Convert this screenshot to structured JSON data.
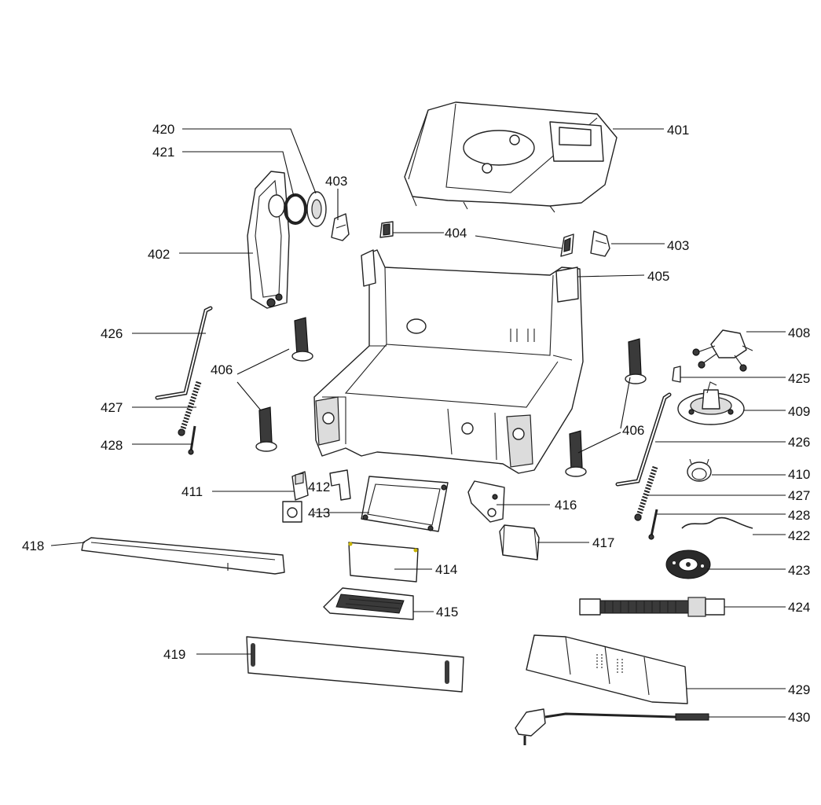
{
  "diagram": {
    "type": "exploded-parts-view",
    "callouts": [
      {
        "id": "401",
        "label": "401"
      },
      {
        "id": "402",
        "label": "402"
      },
      {
        "id": "403a",
        "label": "403"
      },
      {
        "id": "403b",
        "label": "403"
      },
      {
        "id": "404",
        "label": "404"
      },
      {
        "id": "405",
        "label": "405"
      },
      {
        "id": "406a",
        "label": "406"
      },
      {
        "id": "406b",
        "label": "406"
      },
      {
        "id": "408",
        "label": "408"
      },
      {
        "id": "409",
        "label": "409"
      },
      {
        "id": "410",
        "label": "410"
      },
      {
        "id": "411",
        "label": "411"
      },
      {
        "id": "412",
        "label": "412"
      },
      {
        "id": "413",
        "label": "413"
      },
      {
        "id": "414",
        "label": "414"
      },
      {
        "id": "415",
        "label": "415"
      },
      {
        "id": "416",
        "label": "416"
      },
      {
        "id": "417",
        "label": "417"
      },
      {
        "id": "418",
        "label": "418"
      },
      {
        "id": "419",
        "label": "419"
      },
      {
        "id": "420",
        "label": "420"
      },
      {
        "id": "421",
        "label": "421"
      },
      {
        "id": "422",
        "label": "422"
      },
      {
        "id": "423",
        "label": "423"
      },
      {
        "id": "424",
        "label": "424"
      },
      {
        "id": "425",
        "label": "425"
      },
      {
        "id": "426a",
        "label": "426"
      },
      {
        "id": "426b",
        "label": "426"
      },
      {
        "id": "427a",
        "label": "427"
      },
      {
        "id": "427b",
        "label": "427"
      },
      {
        "id": "428a",
        "label": "428"
      },
      {
        "id": "428b",
        "label": "428"
      },
      {
        "id": "429",
        "label": "429"
      },
      {
        "id": "430",
        "label": "430"
      }
    ]
  }
}
